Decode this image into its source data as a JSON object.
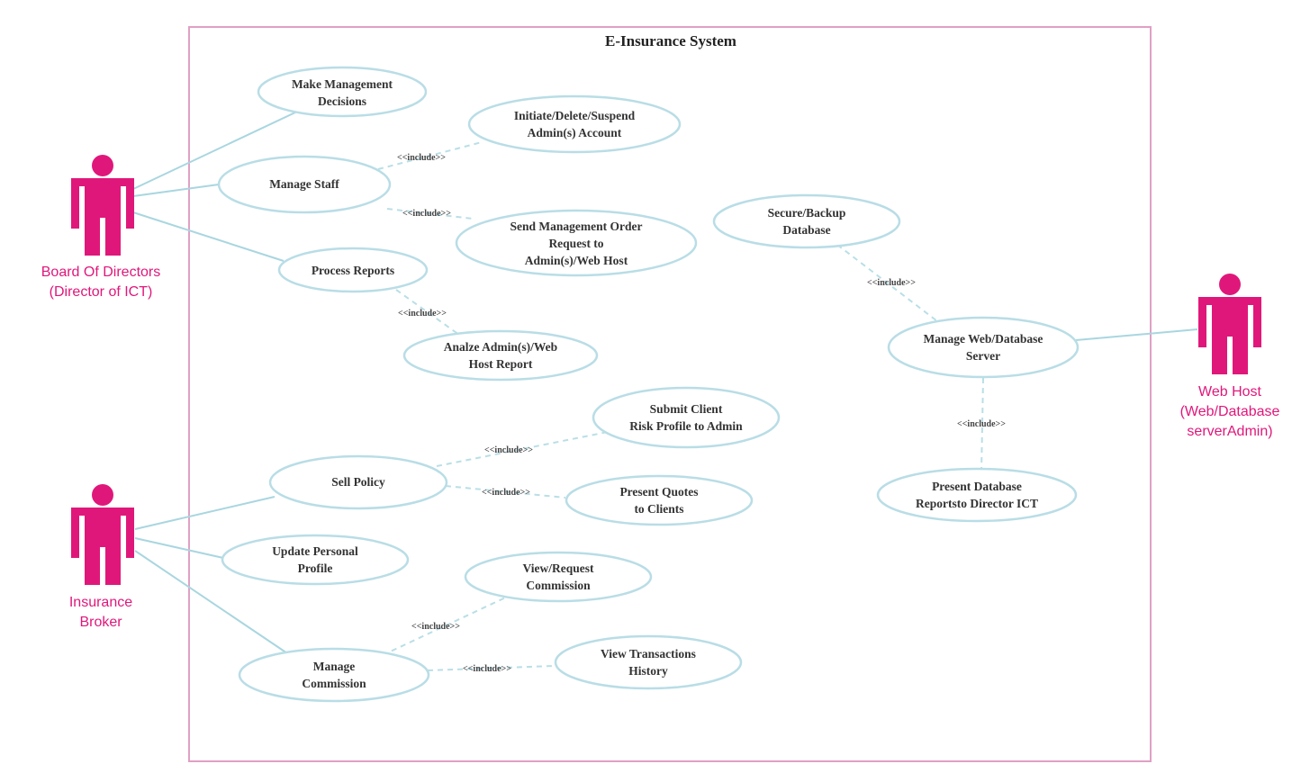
{
  "diagram": {
    "system_title": "E-Insurance System",
    "include_label": "<<include>>",
    "actors": {
      "board": [
        "Board Of Directors",
        "(Director of ICT)"
      ],
      "broker": [
        "Insurance",
        "Broker"
      ],
      "webhost": [
        "Web Host",
        "(Web/Database",
        "serverAdmin)"
      ]
    },
    "use_cases": {
      "make_mgmt": [
        "Make Management",
        "Decisions"
      ],
      "manage_staff": [
        "Manage Staff"
      ],
      "initiate_account": [
        "Initiate/Delete/Suspend",
        "Admin(s) Account"
      ],
      "send_mgmt": [
        "Send Management Order",
        "Request to",
        "Admin(s)/Web Host"
      ],
      "process_reports": [
        "Process Reports"
      ],
      "analyze_report": [
        "Analze Admin(s)/Web",
        "Host Report"
      ],
      "secure_db": [
        "Secure/Backup",
        "Database"
      ],
      "manage_web": [
        "Manage Web/Database",
        "Server"
      ],
      "present_db": [
        "Present Database",
        "Reportsto Director ICT"
      ],
      "submit_risk": [
        "Submit Client",
        "Risk Profile to Admin"
      ],
      "sell_policy": [
        "Sell Policy"
      ],
      "present_quotes": [
        "Present Quotes",
        "to Clients"
      ],
      "update_profile": [
        "Update Personal",
        "Profile"
      ],
      "view_commission": [
        "View/Request",
        "Commission"
      ],
      "manage_commission": [
        "Manage",
        "Commission"
      ],
      "view_history": [
        "View Transactions",
        "History"
      ]
    }
  }
}
